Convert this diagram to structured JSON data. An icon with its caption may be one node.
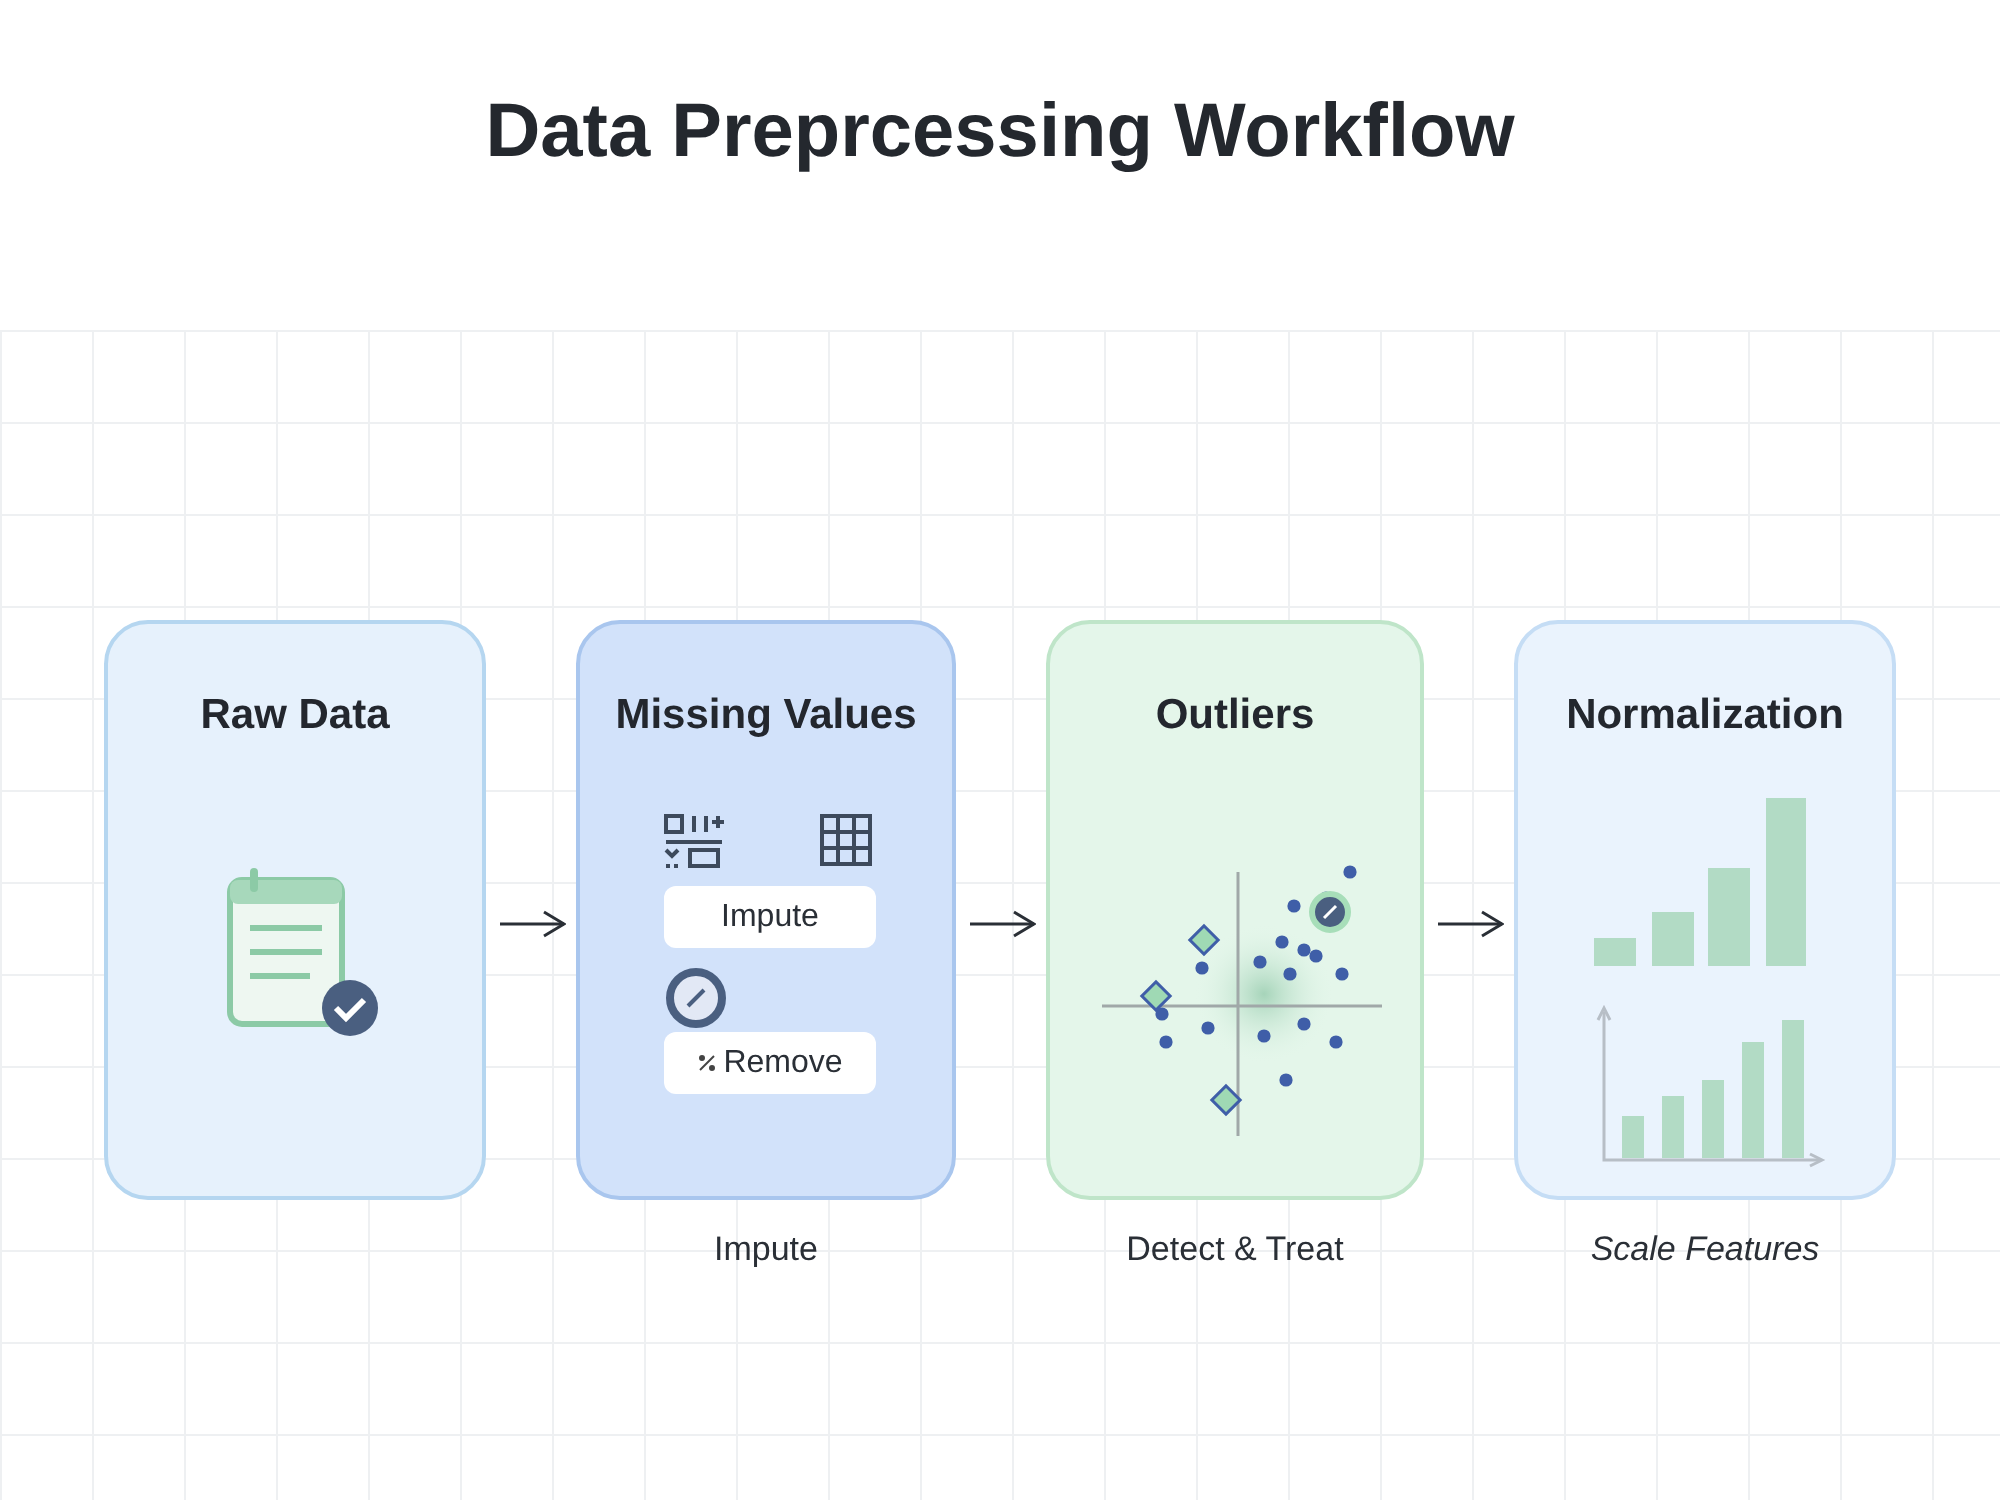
{
  "diagram": {
    "title": "Data Preprcessing Workflow",
    "nodes": [
      {
        "text": [
          "Raw Data"
        ]
      },
      {
        "text": [
          "Missing Values"
        ],
        "beside": [
          "Impute"
        ]
      },
      {
        "text": [
          "Impute"
        ],
        "in": 1
      },
      {
        "text": [
          "Remove"
        ],
        "in": 1
      },
      {
        "text": [
          "Outliers"
        ],
        "beside": [
          "Detect & Treat"
        ]
      },
      {
        "text": [
          "Normalization"
        ],
        "beside": [
          "Scale Features"
        ]
      }
    ],
    "edges": [
      {
        "from": 0,
        "to": 1,
        "arrow": "to"
      },
      {
        "from": 1,
        "to": 4,
        "arrow": "to"
      },
      {
        "from": 4,
        "to": 5,
        "arrow": "to"
      }
    ]
  }
}
